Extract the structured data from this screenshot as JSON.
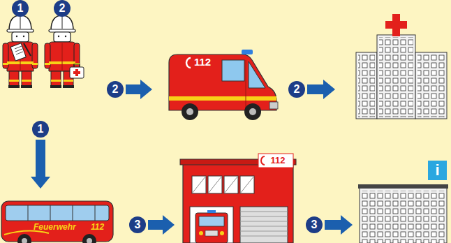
{
  "diagram": {
    "nodes": [
      {
        "text": [
          "1"
        ]
      },
      {
        "text": [
          "2"
        ]
      },
      {
        "text": [
          "112"
        ]
      },
      {
        "text": []
      },
      {
        "text": [
          "Feuerwehr",
          "112"
        ]
      },
      {
        "text": [
          "112"
        ]
      },
      {
        "text": [
          "i"
        ]
      }
    ],
    "edges": [
      {
        "from": 1,
        "to": 2,
        "arrow": "to",
        "label": "2"
      },
      {
        "from": 2,
        "to": 3,
        "arrow": "to",
        "label": "2"
      },
      {
        "from": 0,
        "to": 4,
        "arrow": "to",
        "label": "1"
      },
      {
        "from": 4,
        "to": 5,
        "arrow": "to",
        "label": "3"
      },
      {
        "from": 5,
        "to": 6,
        "arrow": "to",
        "label": "3"
      }
    ]
  }
}
